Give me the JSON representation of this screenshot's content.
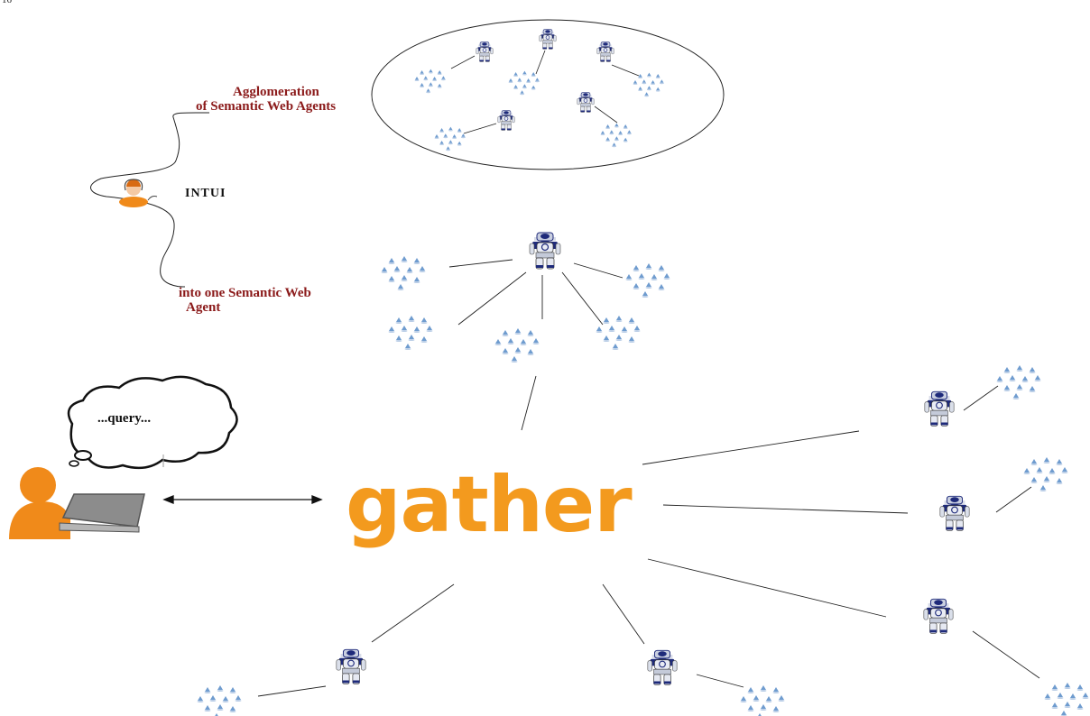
{
  "page_number": "16",
  "labels": {
    "agglomeration_line1": "Agglomeration",
    "agglomeration_line2": "of Semantic Web Agents",
    "intui": "INTUI",
    "into_line1": "into one Semantic Web",
    "into_line2": "Agent",
    "query": "...query...",
    "gather": "gather"
  },
  "colors": {
    "label_red": "#8b1a1a",
    "gather_orange": "#f39a1e",
    "robot_blue": "#1e2a7a",
    "cluster_blue": "#6f9ccf",
    "user_orange": "#f08a1a",
    "laptop_gray": "#8c8c8c"
  },
  "icons": {
    "robot": "robot-agent-icon",
    "cluster": "document-cluster-icon",
    "user": "user-with-laptop-icon",
    "intui_user": "intui-person-icon",
    "thought": "thought-bubble-icon"
  }
}
